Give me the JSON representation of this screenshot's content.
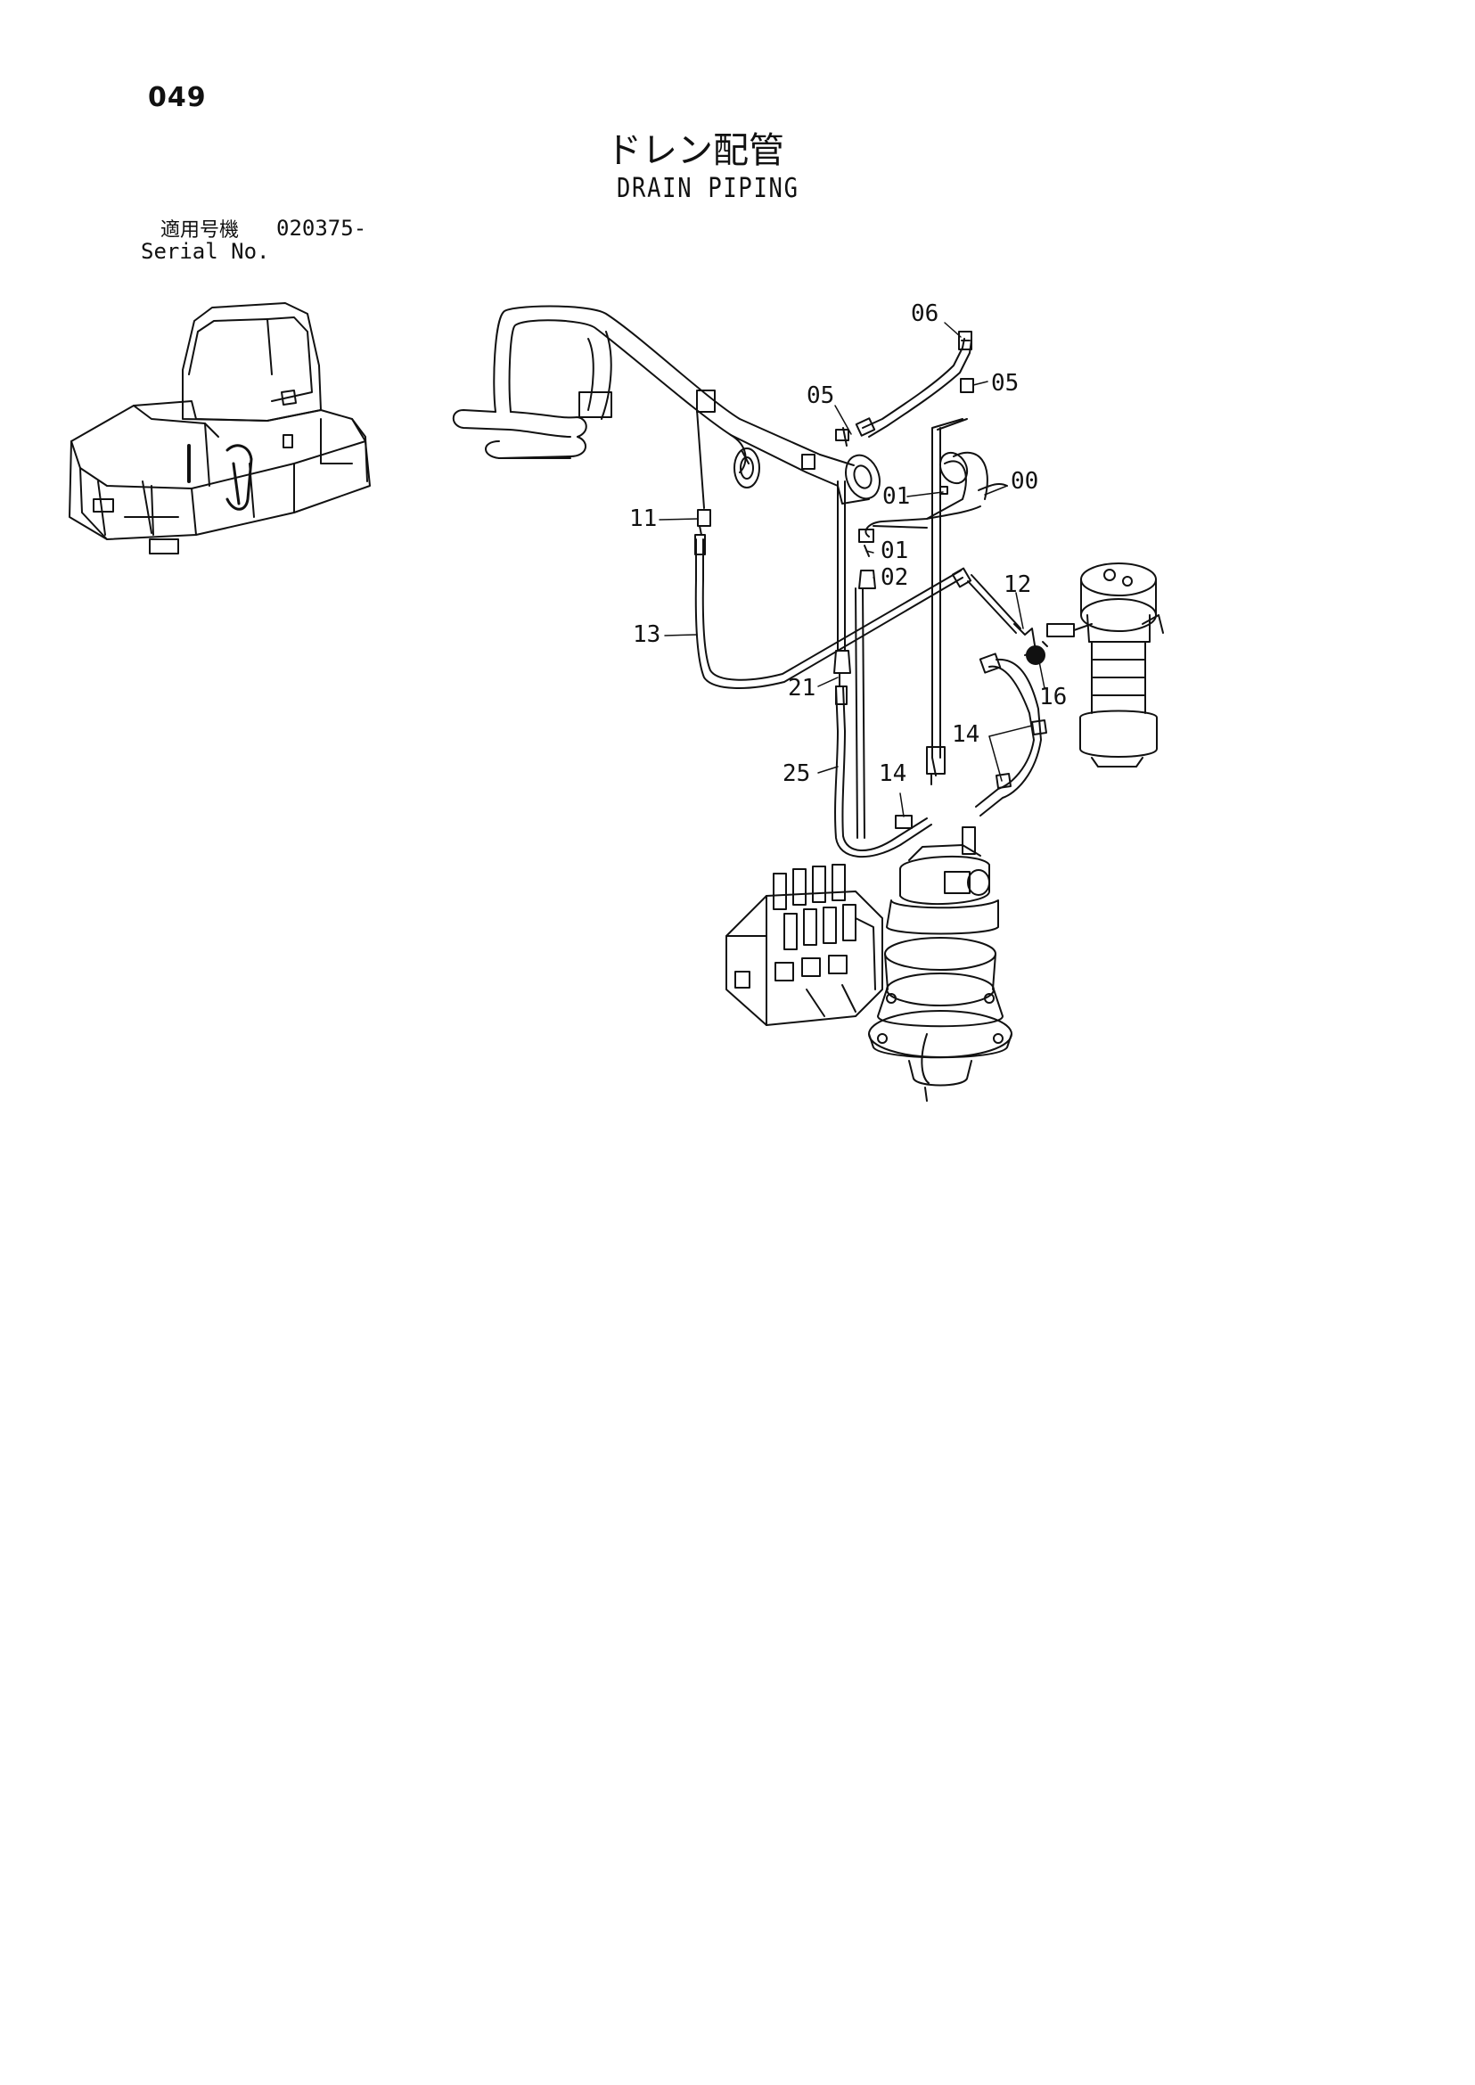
{
  "page": {
    "number": "049",
    "title_jp": "ドレン配管",
    "title_en": "DRAIN PIPING"
  },
  "serial": {
    "label_jp": "適用号機",
    "value": "020375-",
    "label_en": "Serial No."
  },
  "callouts": {
    "c06": "06",
    "c05a": "05",
    "c05b": "05",
    "c00": "00",
    "c01a": "01",
    "c01b": "01",
    "c02": "02",
    "c11": "11",
    "c12": "12",
    "c13": "13",
    "c16": "16",
    "c21": "21",
    "c14a": "14",
    "c14b": "14",
    "c25": "25"
  }
}
